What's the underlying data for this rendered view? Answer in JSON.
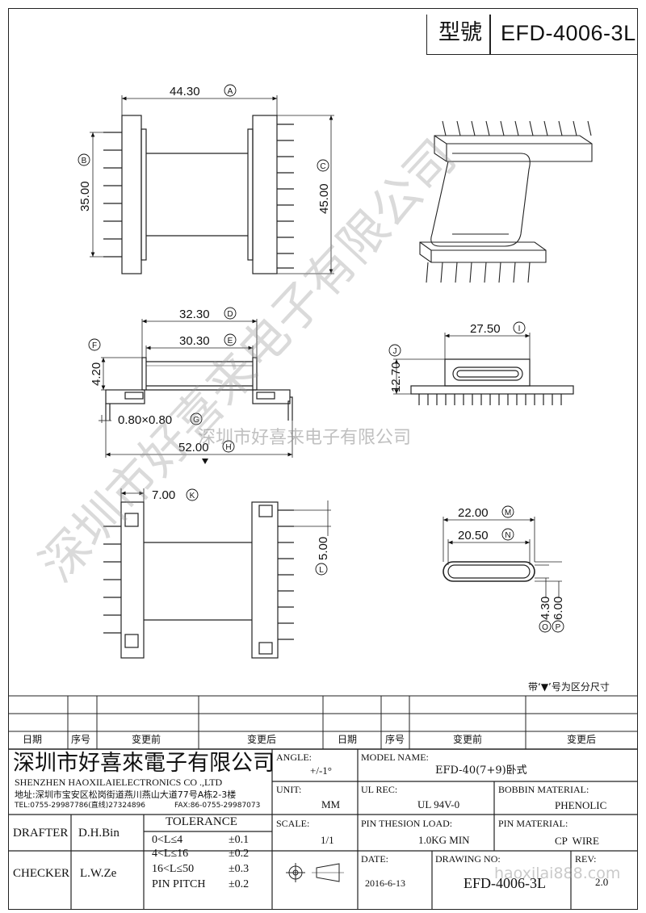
{
  "header": {
    "model_label": "型號",
    "model_value": "EFD-4006-3L"
  },
  "watermark": {
    "diagonal": "深圳市好喜来电子有限公司",
    "horizontal": "深圳市好喜来电子有限公司",
    "url": "haoxilai888.com"
  },
  "dimensions": {
    "a": "44.30",
    "a_circle": "A",
    "b": "35.00",
    "b_circle": "B",
    "c": "45.00",
    "c_circle": "C",
    "d": "32.30",
    "d_circle": "D",
    "e": "30.30",
    "e_circle": "E",
    "f": "4.20",
    "f_circle": "F",
    "g": "0.80×0.80",
    "g_circle": "G",
    "h": "52.00",
    "h_circle": "H",
    "i": "27.50",
    "i_circle": "I",
    "j": "12.70",
    "j_circle": "J",
    "k": "7.00",
    "k_circle": "K",
    "l": "5.00",
    "l_circle": "L",
    "m": "22.00",
    "m_circle": "M",
    "n": "20.50",
    "n_circle": "N",
    "o": "4.30",
    "o_circle": "O",
    "p": "6.00",
    "p_circle": "P"
  },
  "note": "带‘▼’号为区分尺寸",
  "revision_table": {
    "headers": [
      "日期",
      "序号",
      "变更前",
      "变更后",
      "日期",
      "序号",
      "变更前",
      "变更后"
    ]
  },
  "title_block": {
    "company_cn": "深圳市好喜來電子有限公司",
    "company_en": "SHENZHEN HAOXILAIELECTRONICS CO .,LTD",
    "address": "地址:深圳市宝安区松岗街道燕川燕山大道77号A栋2-3楼",
    "tel": "TEL:0755-29987786(直线)27324896",
    "fax": "FAX:86-0755-29987073",
    "angle_label": "ANGLE:",
    "angle_value": "+/-1°",
    "model_name_label": "MODEL NAME:",
    "model_name_value": "EFD-40(7+9)卧式",
    "unit_label": "UNIT:",
    "unit_value": "MM",
    "ul_rec_label": "UL REC:",
    "ul_rec_value": "UL 94V-0",
    "bobbin_material_label": "BOBBIN MATERIAL:",
    "bobbin_material_value": "PHENOLIC",
    "drafter_label": "DRAFTER",
    "drafter_value": "D.H.Bin",
    "tolerance_label": "TOLERANCE",
    "tolerances": [
      {
        "range": "0<L≤4",
        "value": "±0.1"
      },
      {
        "range": "4<L≤16",
        "value": "±0.2"
      },
      {
        "range": "16<L≤50",
        "value": "±0.3"
      },
      {
        "range": "PIN PITCH",
        "value": "±0.2"
      }
    ],
    "scale_label": "SCALE:",
    "scale_value": "1/1",
    "pin_tension_label": "PIN THESION LOAD:",
    "pin_tension_value": "1.0KG MIN",
    "pin_material_label": "PIN MATERIAL:",
    "pin_material_value": "CP  WIRE",
    "checker_label": "CHECKER",
    "checker_value": "L.W.Ze",
    "date_label": "DATE:",
    "date_value": "2016-6-13",
    "drawing_no_label": "DRAWING NO:",
    "drawing_no_value": "EFD-4006-3L",
    "rev_label": "REV:",
    "rev_value": "2.0"
  }
}
